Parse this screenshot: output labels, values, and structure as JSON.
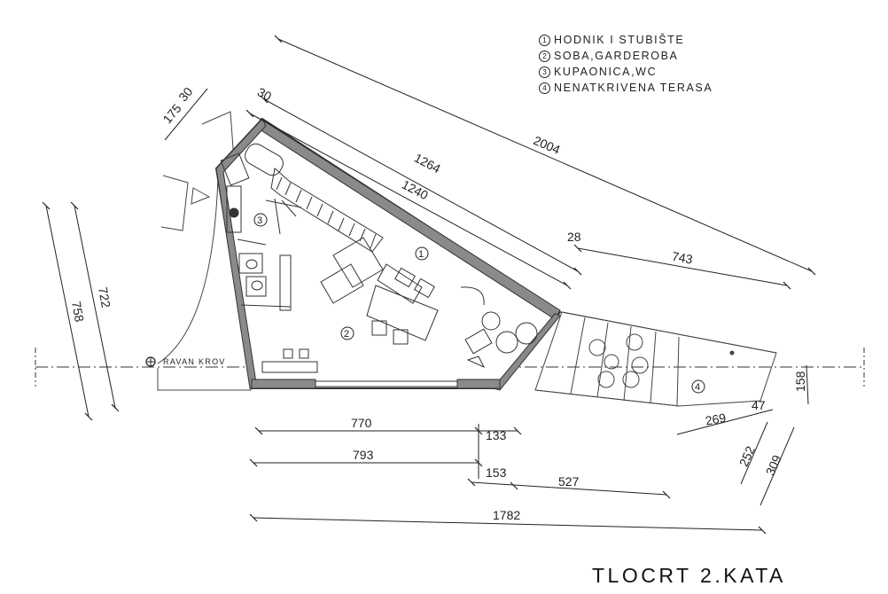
{
  "legend": [
    {
      "num": "1",
      "label": "HODNIK I STUBIŠTE"
    },
    {
      "num": "2",
      "label": "SOBA,GARDEROBA"
    },
    {
      "num": "3",
      "label": "KUPAONICA,WC"
    },
    {
      "num": "4",
      "label": "NENATKRIVENA TERASA"
    }
  ],
  "title": "TLOCRT 2.KATA",
  "roof_label": "RAVAN KROV",
  "dimensions": {
    "d2004": "2004",
    "d1264": "1264",
    "d1240": "1240",
    "d30a": "30",
    "d175": "175",
    "d30b": "30",
    "d28": "28",
    "d743": "743",
    "d758": "758",
    "d722": "722",
    "d770": "770",
    "d133": "133",
    "d793": "793",
    "d153": "153",
    "d527": "527",
    "d1782": "1782",
    "d269": "269",
    "d47": "47",
    "d252": "252",
    "d309": "309",
    "d158": "158"
  },
  "room_numbers": {
    "r1": "1",
    "r2": "2",
    "r3": "3",
    "r4": "4"
  }
}
